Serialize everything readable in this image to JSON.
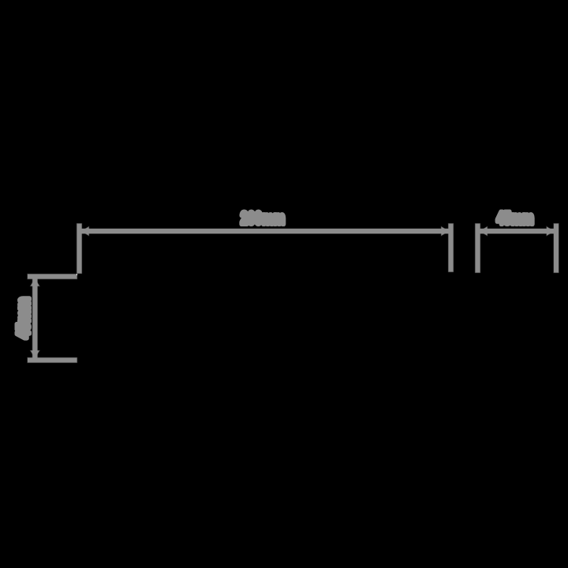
{
  "figure": {
    "background_color": "#000000",
    "ink_color": "#8c8c8c",
    "dimensions": {
      "top_width": {
        "label": "200mm"
      },
      "right_width": {
        "label": "45mm"
      },
      "left_height": {
        "label": "45mm"
      }
    }
  }
}
